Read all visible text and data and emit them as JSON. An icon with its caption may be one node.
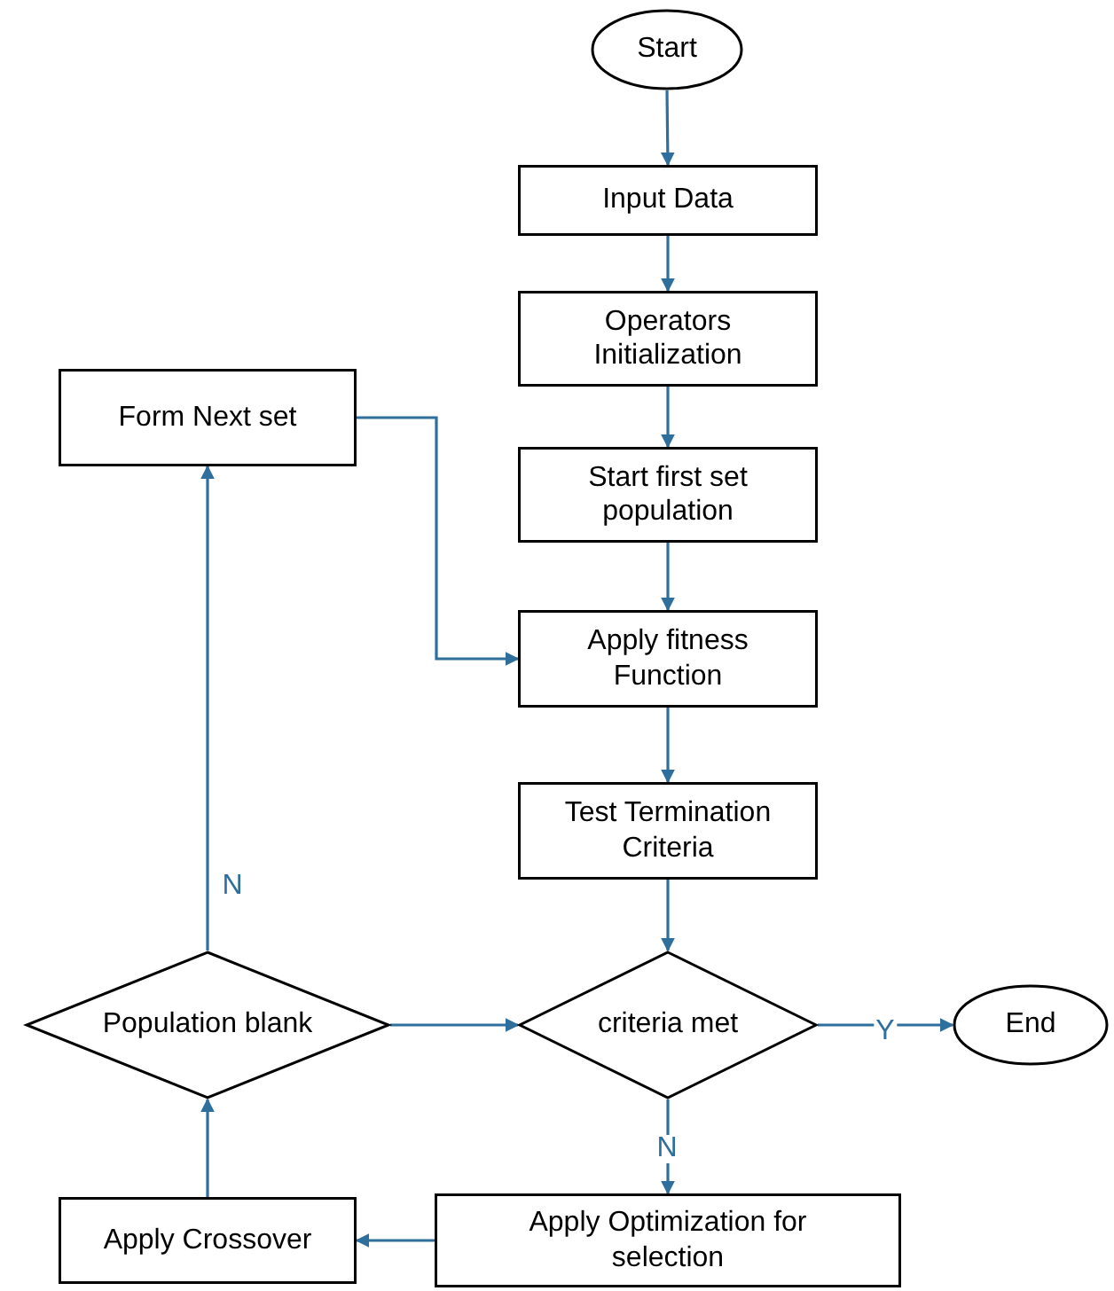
{
  "diagram": {
    "nodes": [
      {
        "text": [
          "Start"
        ]
      },
      {
        "text": [
          "Input Data"
        ]
      },
      {
        "text": [
          "Operators Initialization"
        ]
      },
      {
        "text": [
          "Form Next set"
        ]
      },
      {
        "text": [
          "Start first set population"
        ]
      },
      {
        "text": [
          "Apply fitness Function"
        ]
      },
      {
        "text": [
          "Test Termination Criteria"
        ]
      },
      {
        "text": [
          "Population blank"
        ]
      },
      {
        "text": [
          "criteria met"
        ]
      },
      {
        "text": [
          "End"
        ]
      },
      {
        "text": [
          "Apply Crossover"
        ]
      },
      {
        "text": [
          "Apply Optimization for selection"
        ]
      }
    ],
    "edges": [
      {
        "from": 0,
        "to": 1,
        "arrow": "to"
      },
      {
        "from": 1,
        "to": 2,
        "arrow": "to"
      },
      {
        "from": 2,
        "to": 4,
        "arrow": "to"
      },
      {
        "from": 4,
        "to": 5,
        "arrow": "to"
      },
      {
        "from": 5,
        "to": 6,
        "arrow": "to"
      },
      {
        "from": 6,
        "to": 8,
        "arrow": "to"
      },
      {
        "from": 8,
        "to": 9,
        "arrow": "to",
        "label": "Y"
      },
      {
        "from": 8,
        "to": 11,
        "arrow": "to",
        "label": "N"
      },
      {
        "from": 11,
        "to": 10,
        "arrow": "to"
      },
      {
        "from": 10,
        "to": 7,
        "arrow": "to"
      },
      {
        "from": 7,
        "to": 8,
        "arrow": "to"
      },
      {
        "from": 7,
        "to": 3,
        "arrow": "to",
        "label": "N"
      },
      {
        "from": 3,
        "to": 5,
        "arrow": "to"
      }
    ]
  }
}
